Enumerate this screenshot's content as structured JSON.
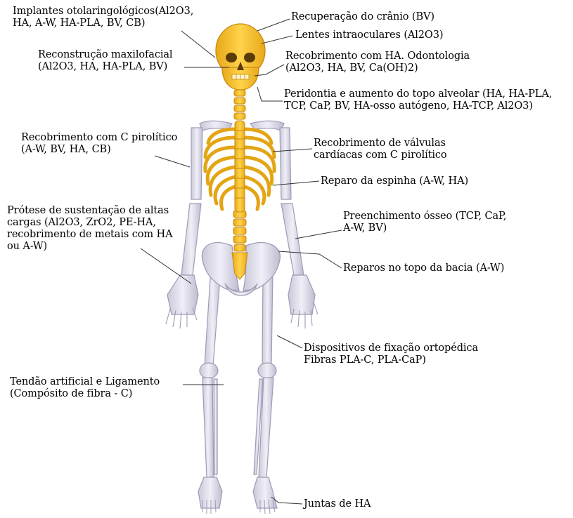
{
  "colors": {
    "axial_bone": "#f7c233",
    "axial_bone_dark": "#d99b12",
    "limb_bone": "#e4e3ee",
    "limb_bone_dark": "#a9a8bf",
    "leader_line": "#333333"
  },
  "labels": {
    "implantes": [
      "Implantes otolaringológicos(Al2O3,",
      "HA, A-W, HA-PLA, BV, CB)"
    ],
    "recuperacao": [
      "Recuperação do crânio (BV)"
    ],
    "lentes": [
      "Lentes intraoculares (Al2O3)"
    ],
    "reconstrucao": [
      "Reconstrução maxilofacial",
      "(Al2O3, HA, HA-PLA, BV)"
    ],
    "recobrimento_ha": [
      "Recobrimento com HA. Odontologia",
      "(Al2O3, HA, BV, Ca(OH)2)"
    ],
    "peridontia": [
      "Peridontia e aumento do topo alveolar (HA, HA-PLA,",
      "TCP, CaP, BV, HA-osso autógeno, HA-TCP, Al2O3)"
    ],
    "recobrimento_c": [
      "Recobrimento com C pirolítico",
      "(A-W, BV, HA, CB)"
    ],
    "valvulas": [
      "Recobrimento de válvulas",
      "cardíacas com C pirolítico"
    ],
    "espinha": [
      "Reparo da espinha (A-W, HA)"
    ],
    "protese": [
      "Prótese de sustentação de altas",
      "cargas (Al2O3, ZrO2, PE-HA,",
      "recobrimento de metais com HA",
      "ou A-W)"
    ],
    "preenchimento": [
      "Preenchimento ósseo (TCP, CaP,",
      "A-W, BV)"
    ],
    "bacia": [
      "Reparos no topo da bacia (A-W)"
    ],
    "fixacao": [
      "Dispositivos de fixação ortopédica",
      "Fibras PLA-C, PLA-CaP)"
    ],
    "tendao": [
      "Tendão artificial e Ligamento",
      "(Compósito de fibra - C)"
    ],
    "juntas": [
      "Juntas de HA"
    ]
  }
}
